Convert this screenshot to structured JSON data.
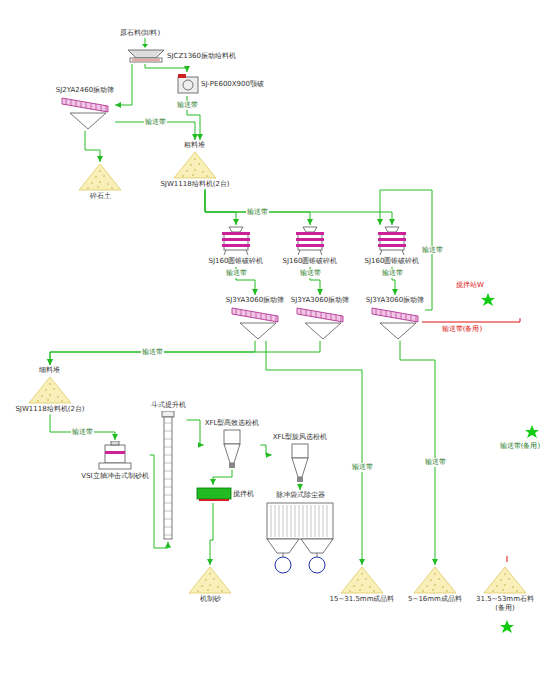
{
  "diagram": {
    "nodes": [
      {
        "text": [
          "SJCZ1360振动给料机"
        ]
      },
      {
        "text": [
          "SJ-PE600X900颚破"
        ]
      },
      {
        "text": [
          "SJ2YA2460振动筛"
        ]
      },
      {
        "text": [
          "碎石土"
        ]
      },
      {
        "text": [
          "粗料堆",
          "SJW1118给料机(2台)"
        ]
      },
      {
        "text": [
          "SJ160圆锥破碎机"
        ]
      },
      {
        "text": [
          "SJ160圆锥破碎机"
        ]
      },
      {
        "text": [
          "SJ160圆锥破碎机"
        ]
      },
      {
        "text": [
          "SJ3YA3060振动筛"
        ]
      },
      {
        "text": [
          "SJ3YA3060振动筛"
        ]
      },
      {
        "text": [
          "SJ3YA3060振动筛"
        ]
      },
      {
        "text": [
          "细料堆",
          "SJW1118给料机(2台)"
        ]
      },
      {
        "text": [
          "VSI立轴冲击式制砂机"
        ]
      },
      {
        "text": [
          "斗式提升机"
        ]
      },
      {
        "text": [
          "XFL型高效选粉机"
        ]
      },
      {
        "text": [
          "XFL型旋风选粉机"
        ]
      },
      {
        "text": [
          "搅拌机"
        ]
      },
      {
        "text": [
          "脉冲袋式除尘器"
        ]
      },
      {
        "text": [
          "机制砂"
        ]
      },
      {
        "text": [
          "15~31.5mm成品料"
        ]
      },
      {
        "text": [
          "5~16mm成品料"
        ]
      },
      {
        "text": [
          "31.5~53mm石料(备用)"
        ]
      }
    ],
    "edges": [
      {
        "from": 0,
        "to": 1,
        "arrow": "to"
      },
      {
        "from": 0,
        "to": 2,
        "arrow": "to"
      },
      {
        "from": 2,
        "to": 3,
        "arrow": "to"
      },
      {
        "from": 2,
        "to": 4,
        "label": "输送带",
        "arrow": "to"
      },
      {
        "from": 1,
        "to": 4,
        "label": "输送带",
        "arrow": "to"
      },
      {
        "from": 4,
        "to": 5,
        "arrow": "to"
      },
      {
        "from": 4,
        "to": 6,
        "label": "输送带",
        "arrow": "to"
      },
      {
        "from": 4,
        "to": 7,
        "arrow": "to"
      },
      {
        "from": 5,
        "to": 8,
        "label": "输送带",
        "arrow": "to"
      },
      {
        "from": 6,
        "to": 9,
        "label": "输送带",
        "arrow": "to"
      },
      {
        "from": 7,
        "to": 10,
        "label": "输送带",
        "arrow": "to"
      },
      {
        "from": 8,
        "to": 11,
        "label": "输送带",
        "arrow": "to"
      },
      {
        "from": 9,
        "to": 11,
        "arrow": "to"
      },
      {
        "from": 8,
        "to": 19,
        "label": "输送带",
        "arrow": "to"
      },
      {
        "from": 10,
        "to": 20,
        "label": "输送带",
        "arrow": "to"
      },
      {
        "from": 10,
        "to": 7,
        "label": "输送带",
        "arrow": "to"
      },
      {
        "from": 11,
        "to": 12,
        "label": "输送带",
        "arrow": "to"
      },
      {
        "from": 12,
        "to": 13,
        "arrow": "to"
      },
      {
        "from": 13,
        "to": 14,
        "arrow": "to"
      },
      {
        "from": 14,
        "to": 15,
        "arrow": "to"
      },
      {
        "from": 14,
        "to": 16,
        "arrow": "to"
      },
      {
        "from": 15,
        "to": 17,
        "arrow": "to"
      },
      {
        "from": 16,
        "to": 18,
        "arrow": "to"
      }
    ],
    "labels": [
      "原石料(卸料)",
      "搅拌站W",
      "输送带(备用)",
      "输送带(备用)"
    ]
  }
}
